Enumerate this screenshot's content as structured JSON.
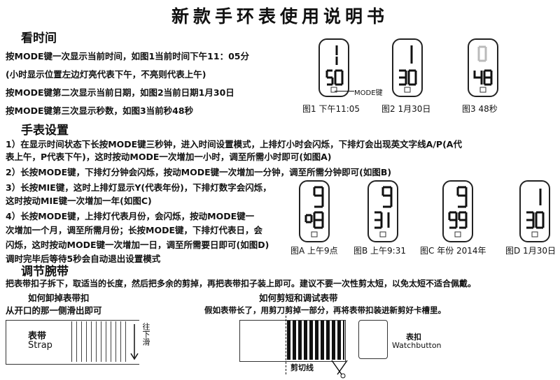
{
  "title": "新款手环表使用说明书",
  "section1": {
    "heading": "看时间",
    "lines": [
      "按MODE键一次显示当前时间，如图1当前时间下午11：05分",
      "(小时显示位置左边灯亮代表下午，不亮则代表上午)",
      "按MODE键第二次显示当前日期，如图2当前日期1月30日",
      "按MODE键第三次显示秒数，如图3当前秒48秒"
    ],
    "mode_label": "MODE键",
    "captions": [
      "图1 下午11:05",
      "图2 1月30日",
      "图3 48秒"
    ]
  },
  "section2": {
    "heading": "手表设置",
    "lines": [
      "1）在显示时间状态下长按MODE键三秒钟，进入时间设置模式，上排灯小时会闪烁，下排灯会出现英文字线A/P(A代",
      "表上午，P代表下午)，这时按动MODE一次增加一小时，调至所需小时即可(如图A)",
      "2）长按MODE键，下排灯分钟会闪烁，按动MODE键一次增加一分钟，调至所需分钟即可(如图B)",
      "3）长按MIE键，这时上排灯显示Y(代表年份)，下排灯数字会闪烁，",
      "这时按动MIE键一次增加一年(如图C)",
      "4）长按MODE键，上排灯代表月份，会闪烁，按动MODE键一",
      "次增加一个月，调至所需月份；长按MODE键，下排灯代表日，会",
      "闪烁，这时按动MODE键一次增加一日，调至所需要日即可(如图D)",
      "调时完毕后等待5秒会自动退出设置模式"
    ],
    "captions": [
      "图A 上午9点",
      "图B 上午9:31",
      "图C 年份 2014年",
      "图D 1月30日"
    ]
  },
  "section3": {
    "heading": "调节腕带",
    "line": "把表带扣子拆下，取适当的长度，然后把多余的剪掉，再把表带扣子装上即可。建议不要一次性剪太短，以免太短不适合佩戴。",
    "left_title": "如何卸掉表带扣",
    "left_sub": "从开口的那一侧滑出即可",
    "strap_cn": "表带",
    "strap_en": "Strap",
    "slide_label": "往下滑",
    "mid_title": "如何剪短和调试表带",
    "mid_sub": "假如表带长了，用剪刀剪掉一部分，再将表带扣装进新剪好卡槽里。",
    "cut_label": "剪切线",
    "btn_cn": "表扣",
    "btn_en": "Watchbutton"
  }
}
